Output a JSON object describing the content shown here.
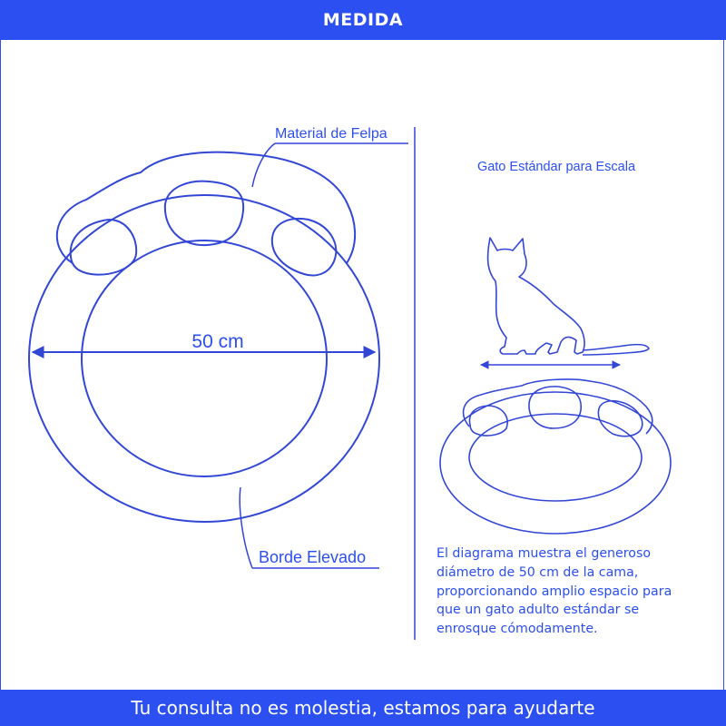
{
  "header": {
    "title": "MEDIDA"
  },
  "main_diagram": {
    "dimension_label": "50 cm",
    "callout_top": "Material de Felpa",
    "callout_bottom": "Borde Elevado"
  },
  "scale_panel": {
    "title": "Gato Estándar para Escala",
    "description": "El diagrama muestra el generoso\ndiámetro de 50 cm de la cama,\nproporcionando amplio espacio para\nque un gato adulto estándar se\nenrosque cómodamente."
  },
  "footer": {
    "text": "Tu consulta no es molestia, estamos para ayudarte"
  },
  "colors": {
    "accent": "#2b4ff0",
    "line": "#3347d6",
    "background": "#ffffff"
  },
  "icons": [
    "cat-silhouette-icon",
    "cat-bed-icon"
  ]
}
